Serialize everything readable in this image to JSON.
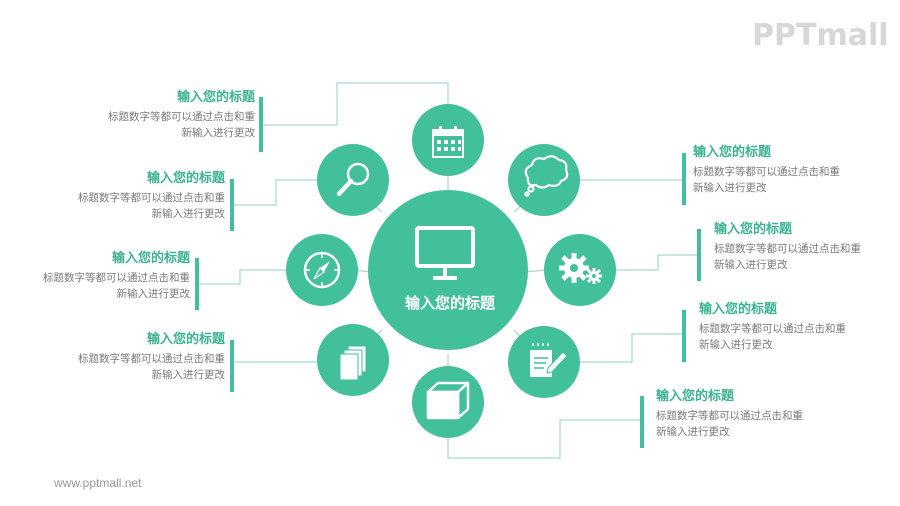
{
  "brand": {
    "logo_text": "PPTmall",
    "url": "www.pptmall.net"
  },
  "colors": {
    "accent": "#42bf9b",
    "title": "#3eb393",
    "connector": "#a8d9c9",
    "text": "#7a7a7a",
    "logo": "#d7d7d7"
  },
  "center": {
    "title": "输入您的标题",
    "icon": "monitor-icon"
  },
  "items": [
    {
      "title": "输入您的标题",
      "line1": "标题数字等都可以通过点击和重",
      "line2": "新输入进行更改",
      "icon": "calendar-icon"
    },
    {
      "title": "输入您的标题",
      "line1": "标题数字等都可以通过点击和重",
      "line2": "新输入进行更改",
      "icon": "search-icon"
    },
    {
      "title": "输入您的标题",
      "line1": "标题数字等都可以通过点击和重",
      "line2": "新输入进行更改",
      "icon": "compass-icon"
    },
    {
      "title": "输入您的标题",
      "line1": "标题数字等都可以通过点击和重",
      "line2": "新输入进行更改",
      "icon": "documents-icon"
    },
    {
      "title": "输入您的标题",
      "line1": "标题数字等都可以通过点击和重",
      "line2": "新输入进行更改",
      "icon": "chat-bubble-icon"
    },
    {
      "title": "输入您的标题",
      "line1": "标题数字等都可以通过点击和重",
      "line2": "新输入进行更改",
      "icon": "gears-icon"
    },
    {
      "title": "输入您的标题",
      "line1": "标题数字等都可以通过点击和重",
      "line2": "新输入进行更改",
      "icon": "notepad-pencil-icon"
    },
    {
      "title": "输入您的标题",
      "line1": "标题数字等都可以通过点击和重",
      "line2": "新输入进行更改",
      "icon": "box-icon"
    }
  ]
}
